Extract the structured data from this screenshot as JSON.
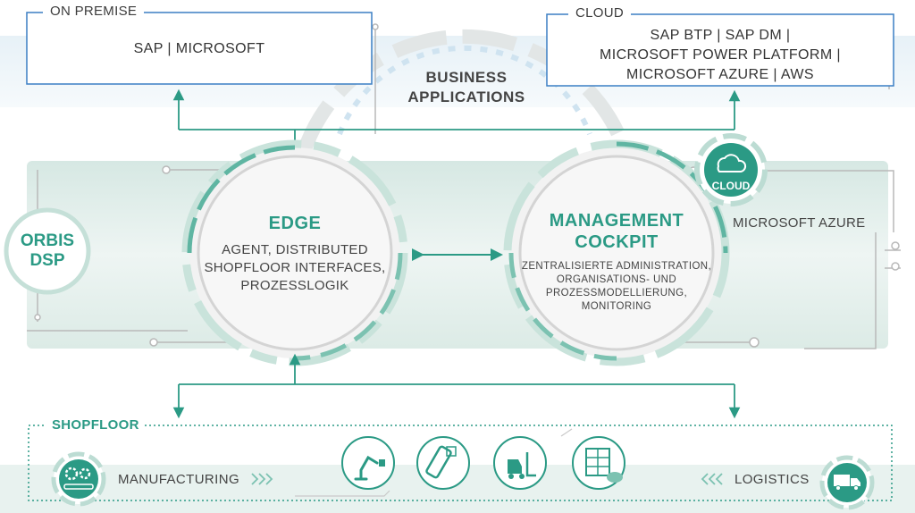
{
  "on_premise": {
    "title": "ON PREMISE",
    "body": "SAP | MICROSOFT"
  },
  "cloud_box": {
    "title": "CLOUD",
    "lines": [
      "SAP BTP | SAP DM |",
      "MICROSOFT POWER PLATFORM |",
      "MICROSOFT AZURE | AWS"
    ]
  },
  "business_applications": {
    "lines": [
      "BUSINESS",
      "APPLICATIONS"
    ]
  },
  "orbis": {
    "lines": [
      "ORBIS",
      "DSP"
    ]
  },
  "edge": {
    "title": "EDGE",
    "lines": [
      "AGENT, DISTRIBUTED",
      "SHOPFLOOR INTERFACES,",
      "PROZESSLOGIK"
    ]
  },
  "cockpit": {
    "title_lines": [
      "MANAGEMENT",
      "COCKPIT"
    ],
    "lines": [
      "ZENTRALISIERTE ADMINISTRATION,",
      "ORGANISATIONS- UND",
      "PROZESSMODELLIERUNG,",
      "MONITORING"
    ]
  },
  "cloud_badge": {
    "label": "CLOUD",
    "icon": "cloud-icon"
  },
  "azure": {
    "label": "MICROSOFT AZURE"
  },
  "shopfloor": {
    "title": "SHOPFLOOR",
    "manufacturing": "MANUFACTURING",
    "logistics": "LOGISTICS",
    "icons": [
      "gears-icon",
      "robot-arm-icon",
      "handheld-scanner-icon",
      "forklift-icon",
      "warehouse-shelf-icon",
      "truck-icon"
    ]
  },
  "colors": {
    "teal": "#2b9a85",
    "light_teal": "#cfe6df",
    "band": "#e4efec",
    "gray": "#b9b9b9",
    "blue": "#3b7fc4"
  }
}
